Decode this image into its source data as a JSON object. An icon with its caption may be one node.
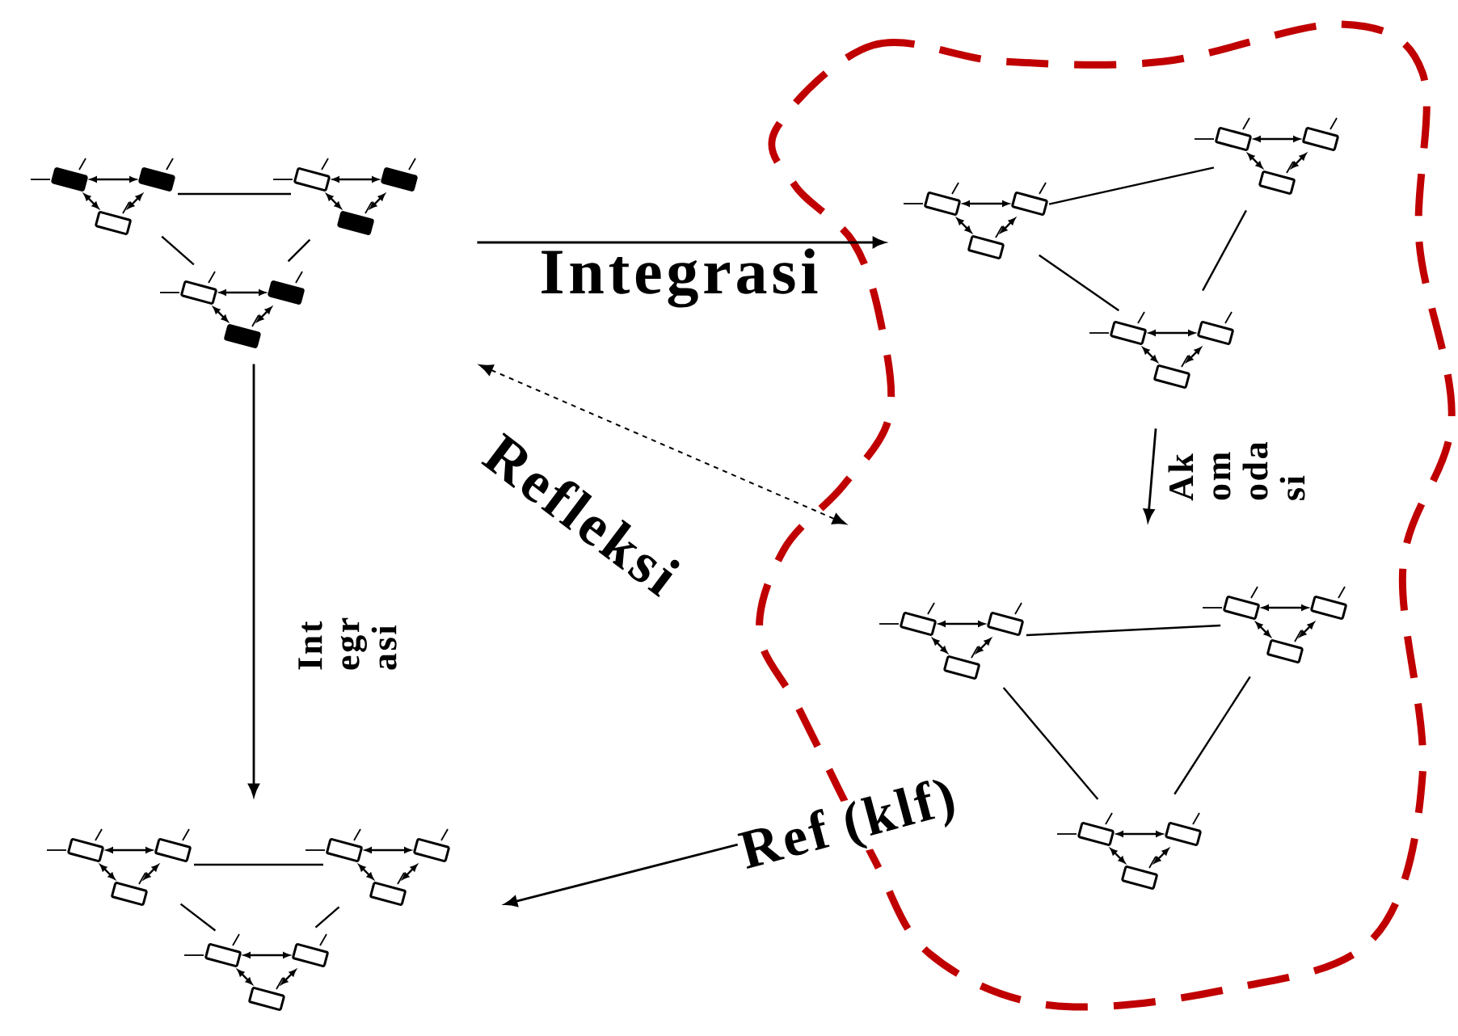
{
  "diagram": {
    "nodes": [
      {
        "text": [],
        "shape": "picture"
      },
      {
        "text": [],
        "shape": "picture"
      },
      {
        "text": [],
        "shape": "picture"
      },
      {
        "text": [],
        "shape": "picture"
      }
    ],
    "edges": [
      {
        "from": 0,
        "to": 1,
        "arrow": "to",
        "label": "Integrasi"
      },
      {
        "from": 1,
        "to": 2,
        "arrow": "to",
        "label": "Ak om oda si"
      },
      {
        "from": 0,
        "to": 3,
        "arrow": "to",
        "label": "Int egr asi"
      },
      {
        "from": 0,
        "to": 2,
        "arrow": "both",
        "style": "dashed",
        "label": "Refleksi"
      },
      {
        "from": 2,
        "to": 3,
        "arrow": "to",
        "label": "Ref (klf)"
      }
    ]
  }
}
